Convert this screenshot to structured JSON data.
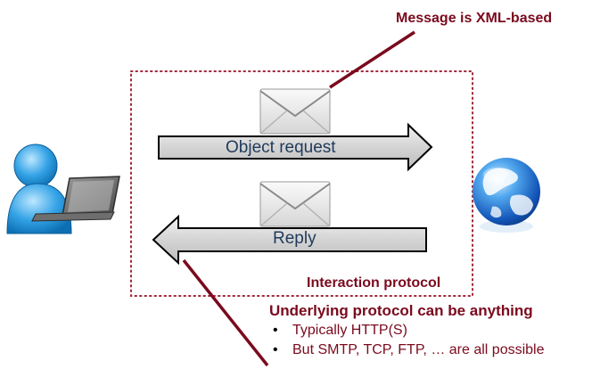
{
  "labels": {
    "message_format": "Message is XML-based",
    "interaction_protocol": "Interaction protocol",
    "underlying_protocol": "Underlying protocol can be anything"
  },
  "arrows": {
    "request": "Object request",
    "reply": "Reply"
  },
  "bullets": [
    "Typically HTTP(S)",
    "But SMTP, TCP, FTP, … are all possible"
  ],
  "icons": {
    "client": "user-laptop-icon",
    "server": "globe-icon",
    "message": "envelope-icon"
  },
  "colors": {
    "accent": "#7a0a1e",
    "arrow_fill": "#d9d9d9",
    "box_border": "#a0283c"
  }
}
